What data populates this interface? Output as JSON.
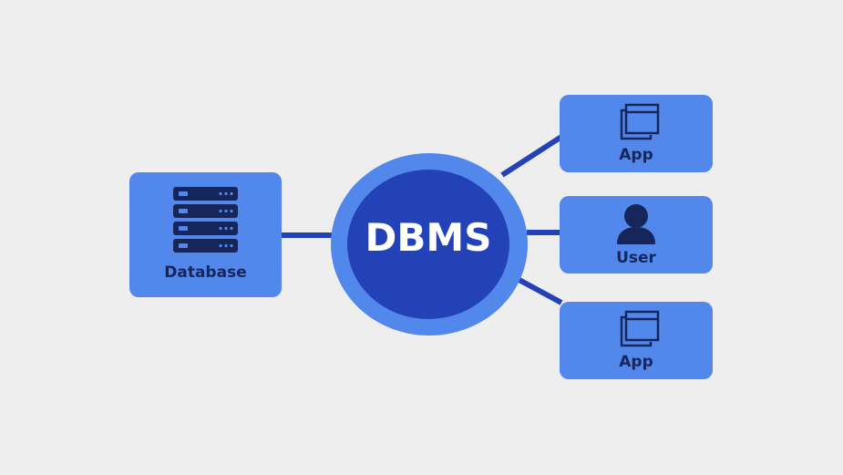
{
  "diagram": {
    "center": {
      "label": "DBMS"
    },
    "database": {
      "label": "Database",
      "icon": "server-rack-icon"
    },
    "clients": [
      {
        "label": "App",
        "icon": "app-windows-icon"
      },
      {
        "label": "User",
        "icon": "user-icon"
      },
      {
        "label": "App",
        "icon": "app-windows-icon"
      }
    ]
  },
  "colors": {
    "background": "#eeeeee",
    "node": "#5288ec",
    "center": "#2342b8",
    "connector": "#2342b8",
    "icon": "#16265a",
    "center_text": "#ffffff"
  }
}
